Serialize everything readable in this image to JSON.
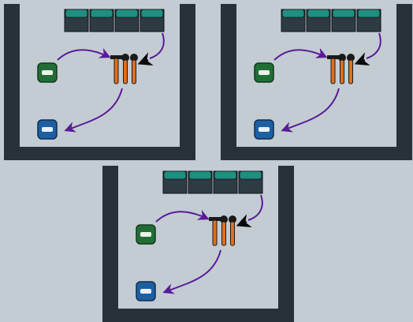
{
  "scene": {
    "background_color": "#c3ccd2",
    "wall_color": "#273238",
    "arrow_color": "#5a1a9a",
    "room_count": 3
  },
  "rooms": [
    {
      "id": "room-1",
      "dispenser_icon": "dispenser-icon",
      "counter_slots": 4,
      "tool_icon": "hammer-and-wrench-icon",
      "green_plate_icon": "green-plate-icon",
      "blue_plate_icon": "blue-plate-icon",
      "colors": {
        "counter_top": "#1e8f80",
        "counter_body": "#2e3b43",
        "green": "#226d36",
        "blue": "#1d5fa0",
        "tool_handle": "#e06f1f"
      }
    },
    {
      "id": "room-2",
      "dispenser_icon": "dispenser-icon",
      "counter_slots": 4,
      "tool_icon": "hammer-and-wrench-icon",
      "green_plate_icon": "green-plate-icon",
      "blue_plate_icon": "blue-plate-icon",
      "colors": {
        "counter_top": "#1e8f80",
        "counter_body": "#2e3b43",
        "green": "#226d36",
        "blue": "#1d5fa0",
        "tool_handle": "#e06f1f"
      }
    },
    {
      "id": "room-3",
      "dispenser_icon": "dispenser-icon",
      "counter_slots": 4,
      "tool_icon": "hammer-and-wrench-icon",
      "green_plate_icon": "green-plate-icon",
      "blue_plate_icon": "blue-plate-icon",
      "colors": {
        "counter_top": "#1e8f80",
        "counter_body": "#2e3b43",
        "green": "#226d36",
        "blue": "#1d5fa0",
        "tool_handle": "#e06f1f"
      }
    }
  ]
}
